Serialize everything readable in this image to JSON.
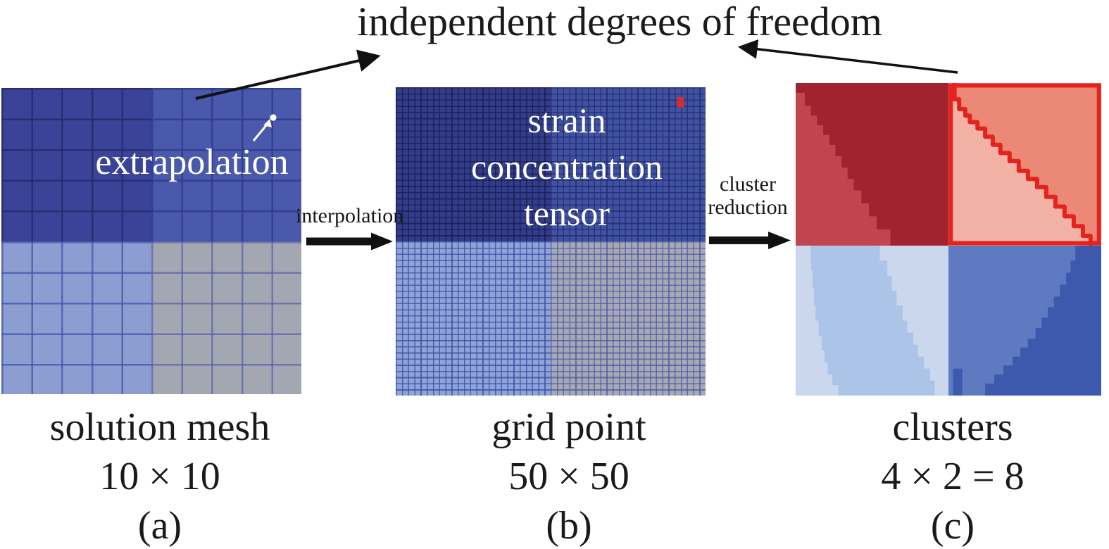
{
  "title": "independent degrees of freedom",
  "arrows": {
    "interpolation": "interpolation",
    "cluster_reduction": [
      "cluster",
      "reduction"
    ]
  },
  "panel_a": {
    "overlay": "extrapolation",
    "caption": [
      "solution mesh",
      "10 × 10",
      "(a)"
    ]
  },
  "panel_b": {
    "overlay": [
      "strain",
      "concentration",
      "tensor"
    ],
    "caption": [
      "grid point",
      "50 × 50",
      "(b)"
    ]
  },
  "panel_c": {
    "caption": [
      "clusters",
      "4 × 2 = 8",
      "(c)"
    ]
  },
  "colors": {
    "mesh_quadrants": {
      "top_left": "#3A4397",
      "top_right": "#4A59AB",
      "bottom_left": "#8C9ED1",
      "bottom_right": "#A3A7B1"
    },
    "grid_quadrants": {
      "top_left": "#333D8A",
      "top_right": "#4152A3",
      "bottom_left": "#8FA3D6",
      "bottom_right": "#A6A9B3"
    },
    "cluster_quadrants": {
      "top_left": [
        "#A0242F",
        "#C1454F"
      ],
      "top_right": [
        "#EB8876",
        "#F2B2A6"
      ],
      "bottom_left": [
        "#CBD7EC",
        "#ACC4E7"
      ],
      "bottom_right": [
        "#5E7AC1",
        "#3C59AE"
      ]
    },
    "highlight_red": "#E5231E",
    "marker_red": "#D62A2E",
    "arrow_black": "#111111",
    "text_white": "#FFFFFF",
    "text_black": "#1A1A1A"
  }
}
